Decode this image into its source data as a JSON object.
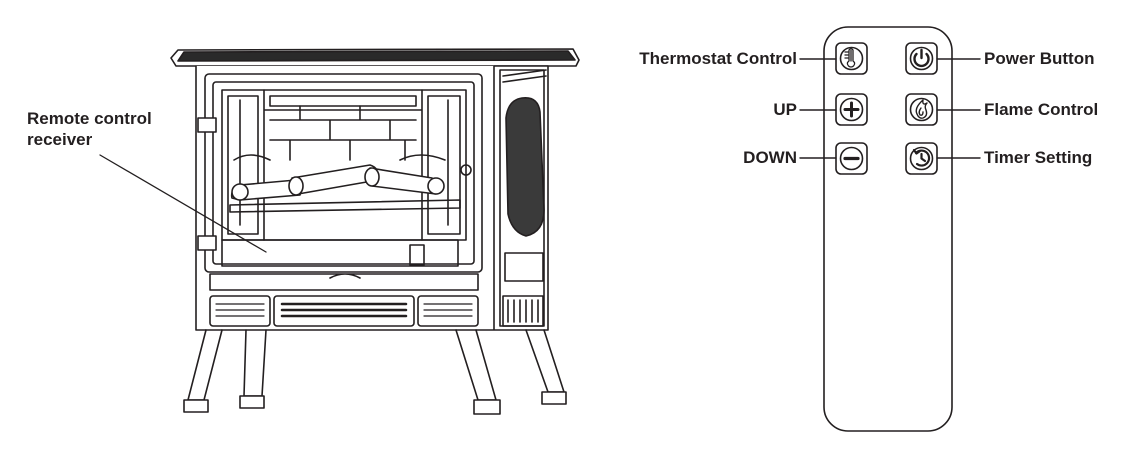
{
  "callouts": {
    "receiver_line1": "Remote control",
    "receiver_line2": "receiver",
    "thermostat": "Thermostat Control",
    "up": "UP",
    "down": "DOWN",
    "power": "Power Button",
    "flame": "Flame Control",
    "timer": "Timer Setting"
  },
  "icons": {
    "thermostat": "thermometer-icon",
    "up": "plus-icon",
    "down": "minus-icon",
    "power": "power-icon",
    "flame": "flame-icon",
    "timer": "timer-icon"
  },
  "colors": {
    "stroke": "#231f20",
    "background": "#ffffff"
  }
}
